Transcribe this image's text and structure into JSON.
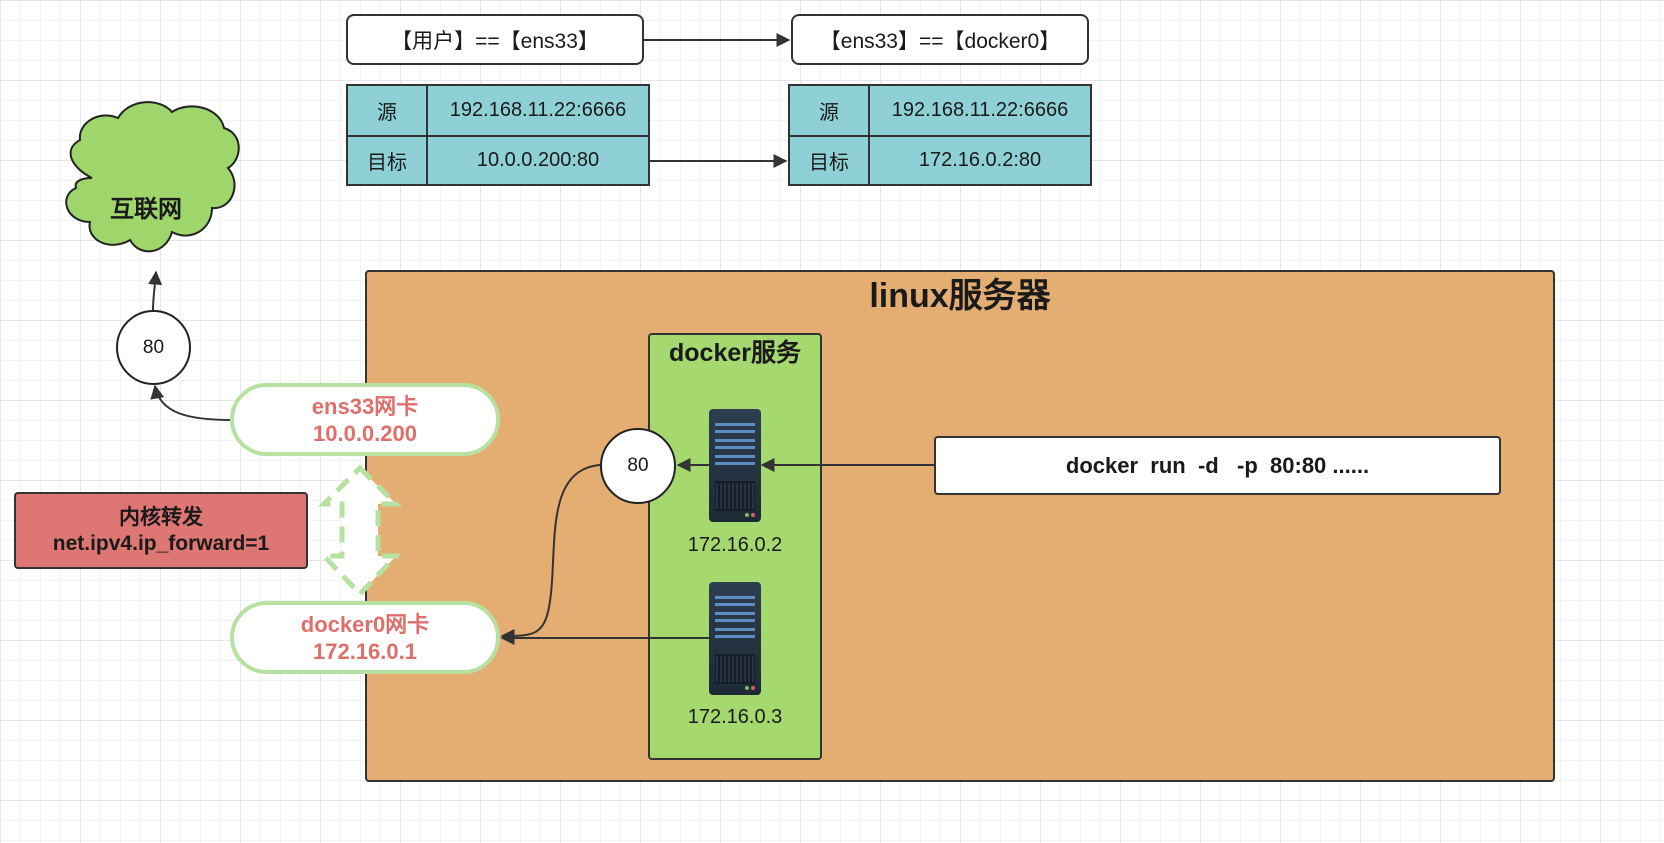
{
  "top_flow": {
    "left_title": "【用户】==【ens33】",
    "right_title": "【ens33】==【docker0】",
    "left_table": {
      "rows": [
        {
          "key": "源",
          "value": "192.168.11.22:6666"
        },
        {
          "key": "目标",
          "value": "10.0.0.200:80"
        }
      ]
    },
    "right_table": {
      "rows": [
        {
          "key": "源",
          "value": "192.168.11.22:6666"
        },
        {
          "key": "目标",
          "value": "172.16.0.2:80"
        }
      ]
    }
  },
  "internet": {
    "label": "互联网",
    "port": "80"
  },
  "linux_server": {
    "title": "linux服务器"
  },
  "docker_service": {
    "title": "docker服务"
  },
  "nics": {
    "ens33": {
      "line1": "ens33网卡",
      "line2": "10.0.0.200"
    },
    "docker0": {
      "line1": "docker0网卡",
      "line2": "172.16.0.1"
    }
  },
  "kernel": {
    "line1": "内核转发",
    "line2": "net.ipv4.ip_forward=1"
  },
  "containers": [
    {
      "ip": "172.16.0.2"
    },
    {
      "ip": "172.16.0.3"
    }
  ],
  "mapped_port": "80",
  "command": "docker  run  -d   -p  80:80 ......",
  "colors": {
    "server_bg": "#e4ad72",
    "docker_bg": "#a5d86f",
    "table_bg": "#8ed0d5",
    "cloud_bg": "#9fd66c",
    "kernel_bg": "#de7674",
    "nic_text": "#df6f6b",
    "nic_border": "#b7e1a1"
  }
}
